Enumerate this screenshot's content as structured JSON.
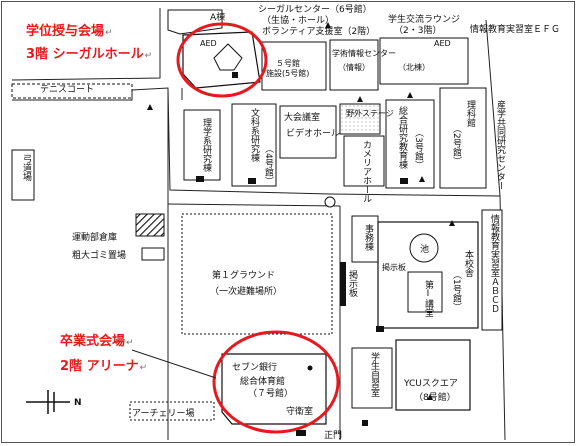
{
  "callouts": {
    "degree": {
      "line1": "学位授与会場",
      "line2": "3階 シーガルホール"
    },
    "graduation": {
      "line1": "卒業式会場",
      "line2": "2階 アリーナ"
    }
  },
  "labels": {
    "a_building": "A棟",
    "seagull_center": "シーガルセンター（6号館）",
    "seagull_sub": "（生協・ホール）",
    "volunteer": "ボランティア支援室（2階）",
    "student_lounge": "学生交流ラウンジ",
    "student_lounge_sub": "（2・3階）",
    "info_rooms_efg": "情報教育実習室ＥＦＧ",
    "aed": "AED",
    "tennis": "テニスコート",
    "bldg5": "５号館",
    "bldg5_sub": "施設(5号館)",
    "info_center": "学術情報センター",
    "info_center_sub": "（情報）",
    "north_bldg": "（北棟）",
    "science_bldg": "理科館",
    "science_sub": "（2号館）",
    "industry_center": "産学共同研究センター",
    "sci_research": "理学系研究棟",
    "liberal_research": "文科系研究棟",
    "liberal_sub": "（4号館）",
    "auditorium": "大会議室",
    "video_hall": "ビデオホール",
    "stage": "野外ステージ",
    "camellia_hall": "カメリアホール",
    "research_bldg": "総合研究教育棟",
    "research_sub": "（3号館）",
    "kyudo": "弓道場",
    "info_rooms_abcd": "情報教育実習室ＡＢＣＤ",
    "sports_storage": "運動部倉庫",
    "garbage": "粗大ゴミ置場",
    "ground": "第１グラウンド",
    "ground_sub": "（一次避難場所）",
    "office": "事務棟",
    "notice": "掲示板",
    "pond": "池",
    "lecture_hall": "第Ⅰ講堂",
    "main_bldg": "本校舎",
    "main_sub": "（1号館）",
    "seven_bank": "セブン銀行",
    "gymnasium": "総合体育館",
    "gym_sub": "（７号館）",
    "guard": "守衛室",
    "archery": "アーチェリー場",
    "ycu_square": "YCUスクエア",
    "ycu_sub": "（8号館）",
    "study_room": "学生自習室",
    "main_gate": "正門",
    "north": "N"
  },
  "colors": {
    "callout": "#e8191e",
    "ink": "#111111"
  }
}
